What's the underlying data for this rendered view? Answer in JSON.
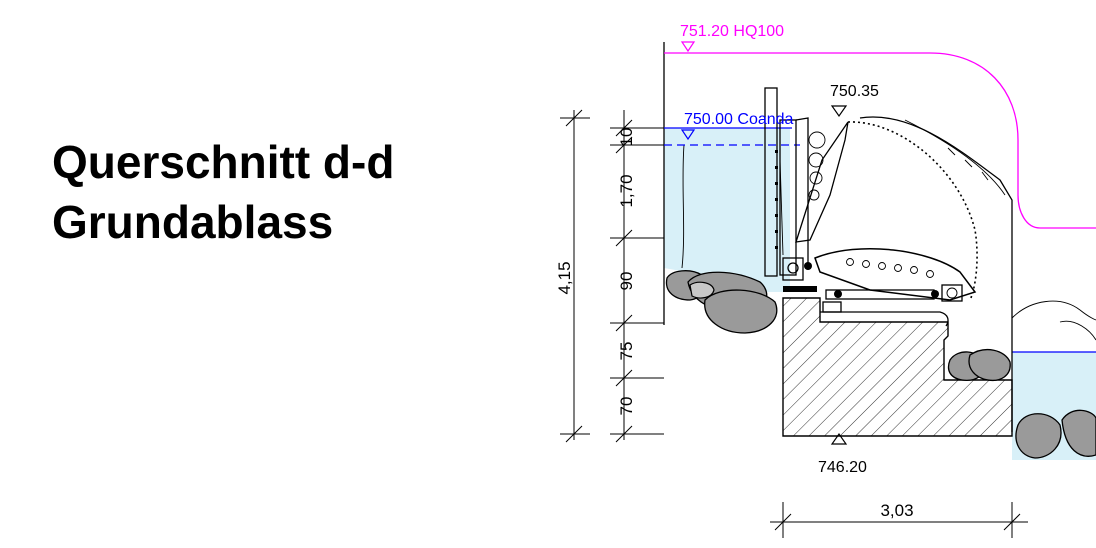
{
  "title": {
    "line1": "Querschnitt d-d",
    "line2": "Grundablass"
  },
  "levels": {
    "hq100": "751.20 HQ100",
    "coanda": "750.00 Coanda",
    "crest": "750.35",
    "bottom": "746.20"
  },
  "vertical_dimensions": {
    "total": "4,15",
    "seg_10": "10",
    "seg_170": "1,70",
    "seg_90": "90",
    "seg_75": "75",
    "seg_70": "70"
  },
  "horizontal_dimensions": {
    "width": "3,03"
  },
  "colors": {
    "hq100": "#ff00ff",
    "coanda": "#0000ff",
    "water": "#d8f0f8",
    "rock": "#9a9a9a"
  }
}
